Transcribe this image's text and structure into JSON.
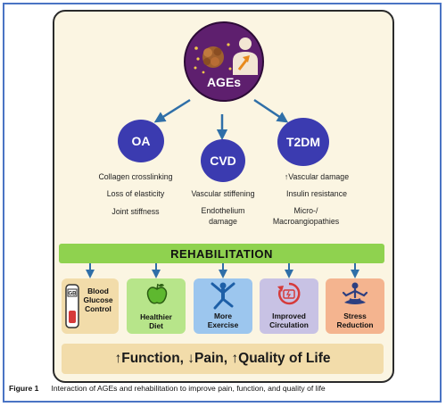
{
  "figure": {
    "center_node": "AGEs",
    "conditions": [
      {
        "label": "OA",
        "effects": [
          "Collagen crosslinking",
          "Loss of elasticity",
          "Joint stiffness"
        ]
      },
      {
        "label": "CVD",
        "effects": [
          "Vascular stiffening",
          "Endothelium damage"
        ]
      },
      {
        "label": "T2DM",
        "effects": [
          "↑Vascular damage",
          "Insulin resistance",
          "Micro-/ Macroangiopathies"
        ]
      }
    ],
    "rehab_label": "REHABILITATION",
    "interventions": [
      {
        "label": "Blood Glucose Control",
        "icon": "glucose-meter-icon",
        "icon_text": "GB"
      },
      {
        "label": "Healthier Diet",
        "icon": "apple-icon"
      },
      {
        "label": "More Exercise",
        "icon": "exercise-person-icon"
      },
      {
        "label": "Improved Circulation",
        "icon": "circulation-cycle-icon"
      },
      {
        "label": "Stress Reduction",
        "icon": "meditation-icon"
      }
    ],
    "outcome": "↑Function, ↓Pain, ↑Quality of Life"
  },
  "caption": {
    "figure_number": "Figure 1",
    "text": "Interaction of AGEs and rehabilitation to improve pain, function, and quality of life"
  },
  "colors": {
    "panel_bg": "#fbf5e2",
    "ages_purple": "#5e1f6e",
    "condition_blue": "#3b3bb0",
    "arrow_blue": "#2f6fa8",
    "rehab_green": "#8fd24f",
    "outcome_bg": "#f2dcaa",
    "card_glucose": "#f2dcaa",
    "card_diet": "#b7e58a",
    "card_exercise": "#9cc6ee",
    "card_circulation": "#c8c2e4",
    "card_stress": "#f4b48f"
  }
}
